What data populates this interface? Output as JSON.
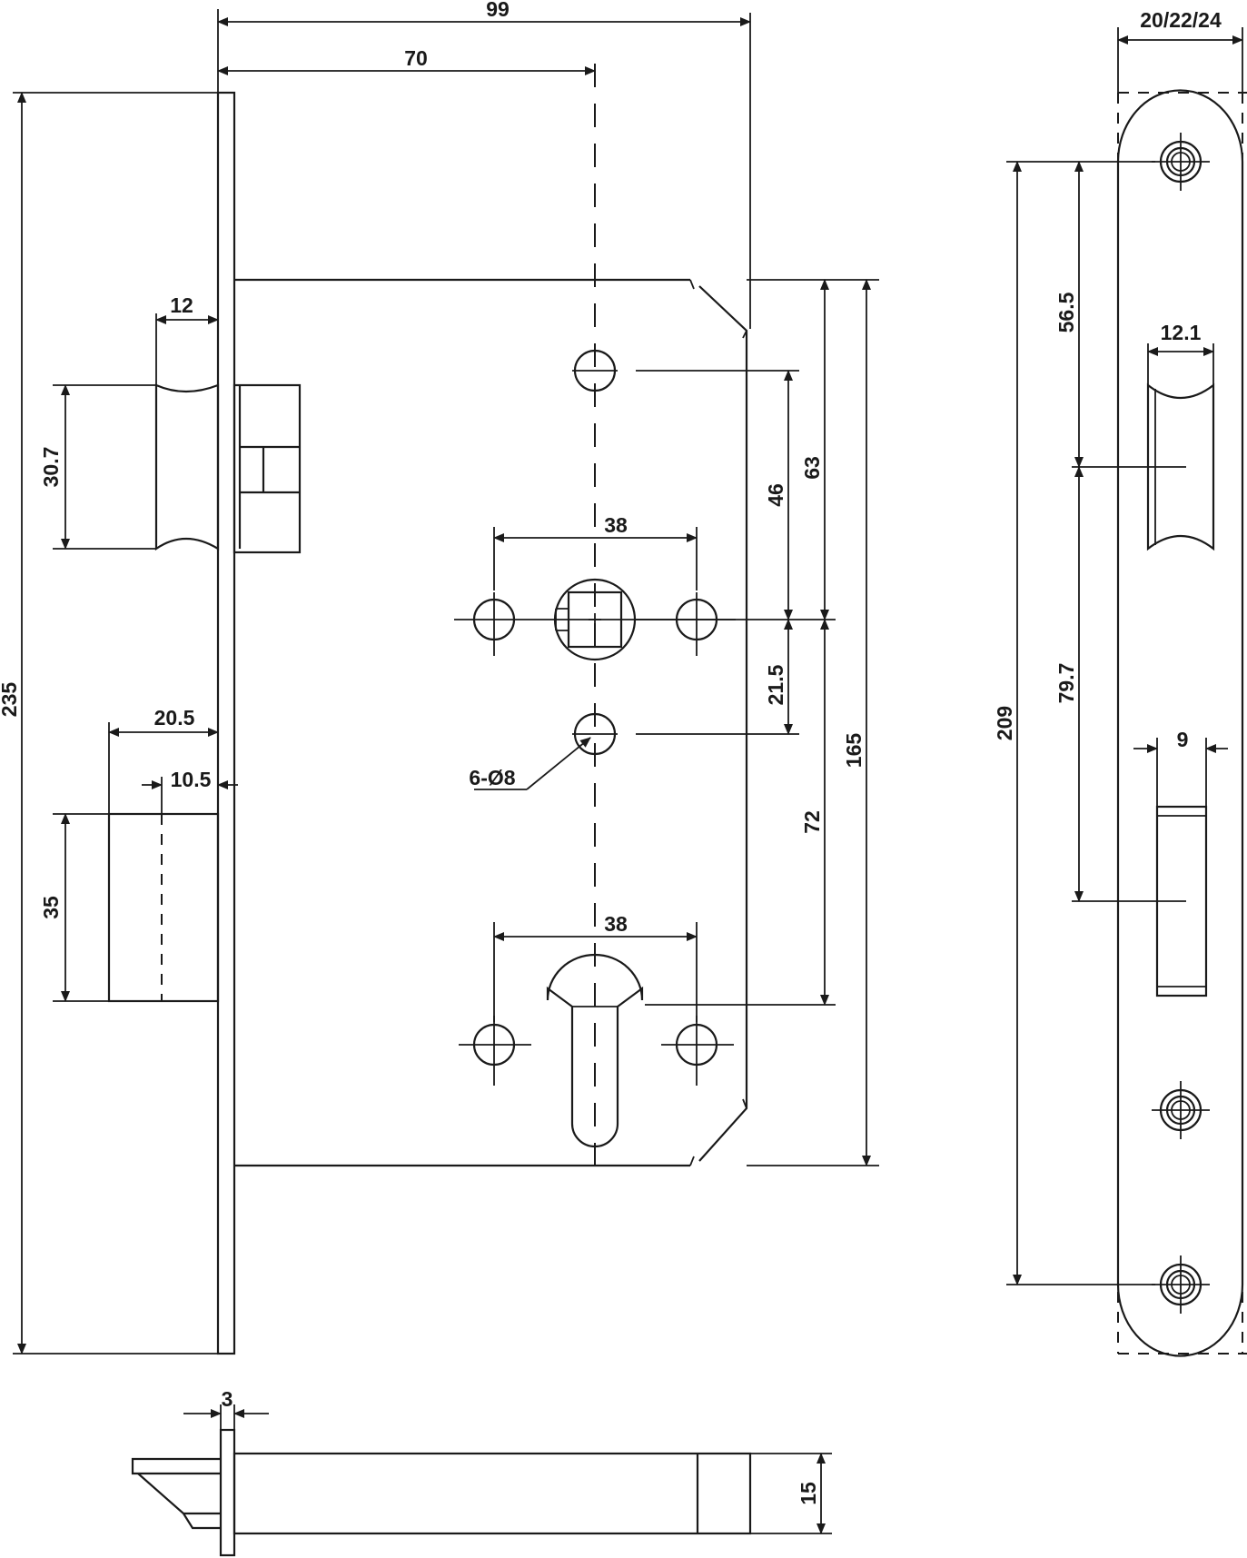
{
  "colors": {
    "ink": "#1a1a1a",
    "background": "#ffffff"
  },
  "front_view": {
    "width_99": "99",
    "backset_70": "70",
    "height_235": "235",
    "latch_height": "30.7",
    "latch_depth": "12",
    "bolt_depth": "20.5",
    "bolt_offset": "10.5",
    "bolt_height": "35",
    "handle_hole_spacing": "38",
    "cylinder_hole_spacing": "38",
    "top_hole_to_spindle": "46",
    "case_top_to_spindle": "63",
    "spindle_to_lower_hole": "21.5",
    "centre_distance": "72",
    "case_height": "165",
    "hole_callout": "6-Ø8"
  },
  "side_view": {
    "faceplate_width": "20/22/24",
    "screw_spacing": "209",
    "screw_to_latch": "56.5",
    "latch_to_bolt": "79.7",
    "latch_opening_width": "12.1",
    "bolt_opening_width": "9"
  },
  "bottom_view": {
    "faceplate_thickness": "3",
    "case_depth": "15"
  }
}
